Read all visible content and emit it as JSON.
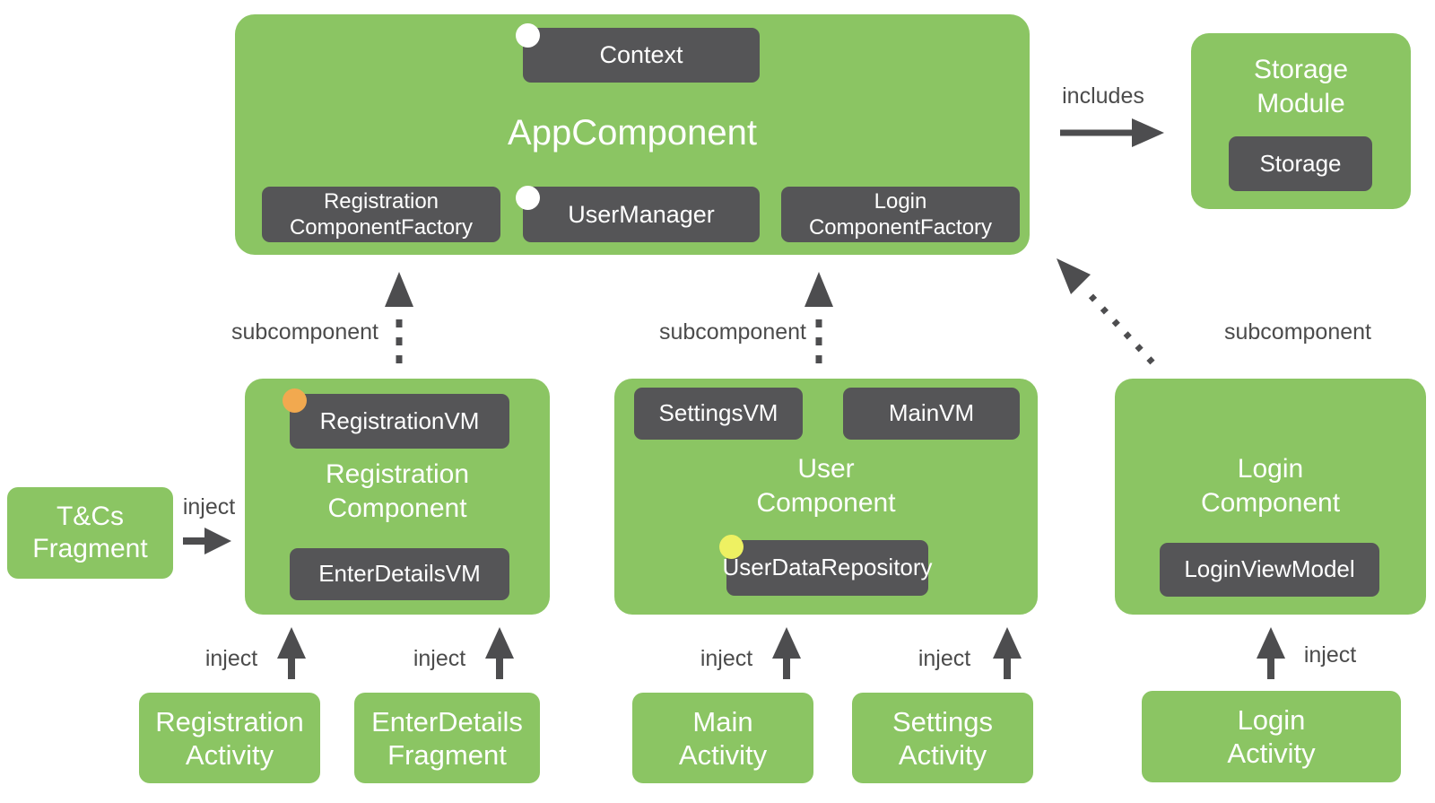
{
  "colors": {
    "green": "#8BC563",
    "dark": "#555557",
    "label": "#4B4B4B",
    "arrow": "#4D4D4F",
    "white_dot": "#FFFFFF",
    "orange_dot": "#F2A94F",
    "yellow_dot": "#EEF162",
    "bg": "#FFFFFF"
  },
  "app_component": {
    "title": "AppComponent",
    "context_label": "Context",
    "registration_factory_line1": "Registration",
    "registration_factory_line2": "ComponentFactory",
    "user_manager_label": "UserManager",
    "login_factory_line1": "Login",
    "login_factory_line2": "ComponentFactory"
  },
  "storage_module": {
    "title_line1": "Storage",
    "title_line2": "Module",
    "storage_label": "Storage"
  },
  "labels": {
    "includes": "includes",
    "subcomponent": "subcomponent",
    "inject": "inject"
  },
  "registration_component": {
    "title_line1": "Registration",
    "title_line2": "Component",
    "registration_vm": "RegistrationVM",
    "enter_details_vm": "EnterDetailsVM"
  },
  "user_component": {
    "title_line1": "User",
    "title_line2": "Component",
    "settings_vm": "SettingsVM",
    "main_vm": "MainVM",
    "user_data_repository": "UserDataRepository"
  },
  "login_component": {
    "title_line1": "Login",
    "title_line2": "Component",
    "login_view_model": "LoginViewModel"
  },
  "tcs_fragment": {
    "line1": "T&Cs",
    "line2": "Fragment"
  },
  "bottom_boxes": {
    "registration_activity": {
      "line1": "Registration",
      "line2": "Activity"
    },
    "enterdetails_fragment": {
      "line1": "EnterDetails",
      "line2": "Fragment"
    },
    "main_activity": {
      "line1": "Main",
      "line2": "Activity"
    },
    "settings_activity": {
      "line1": "Settings",
      "line2": "Activity"
    },
    "login_activity": {
      "line1": "Login",
      "line2": "Activity"
    }
  }
}
